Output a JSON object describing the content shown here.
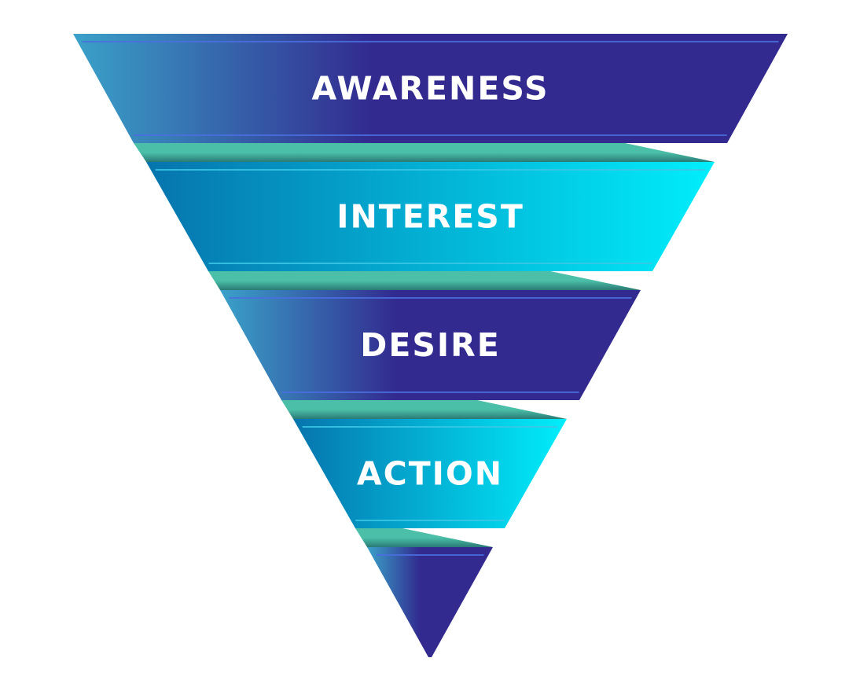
{
  "funnel": {
    "stages": [
      {
        "label": "AWARENESS",
        "theme": "indigo"
      },
      {
        "label": "INTEREST",
        "theme": "cyan"
      },
      {
        "label": "DESIRE",
        "theme": "indigo"
      },
      {
        "label": "ACTION",
        "theme": "cyan"
      },
      {
        "label": "",
        "theme": "indigo"
      }
    ]
  },
  "colors": {
    "indigo_dark": "#322a8f",
    "indigo_light": "#3aa2c9",
    "cyan_dark": "#0674ad",
    "cyan_light": "#00eefc",
    "connector_top": "#4bbfa8",
    "connector_bottom": "#2a7a76",
    "stripe_on_indigo": "#4b6fe0",
    "stripe_on_cyan": "#3cc7e6",
    "label_text": "#ffffff"
  }
}
